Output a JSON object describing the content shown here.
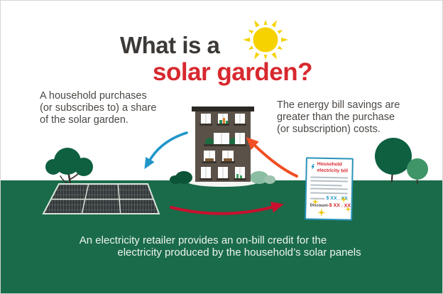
{
  "title": {
    "line1": "What is a",
    "line2": "solar garden?"
  },
  "captions": {
    "purchase": [
      "A household purchases",
      "(or subscribes to) a share",
      "of the solar garden."
    ],
    "savings": [
      "The energy bill savings are",
      "greater than the purchase",
      "(or subscription) costs."
    ],
    "credit": [
      "An electricity retailer provides an on-bill credit for the",
      "electricity produced by the household’s solar panels"
    ]
  },
  "bill": {
    "title": "Household electricity bill",
    "amount": "$ XX . XX",
    "discount_label": "Discount",
    "discount_value": "-$ XX . XX"
  },
  "icons": {
    "sun": "☀",
    "lightning_bolt": "⚡",
    "sparkle": "✦",
    "blue_curved_arrow": "↙",
    "orange_curved_arrow": "↖",
    "red_curved_arrow": "→"
  },
  "colors": {
    "background": "#ffffff",
    "ground_green": "#1a6b4a",
    "title_dark": "#3d3936",
    "accent_red": "#d7282e",
    "arrow_blue": "#2196c9",
    "arrow_orange": "#f04e23",
    "arrow_red": "#c8102e",
    "sun_yellow": "#f5d200",
    "bill_border_teal": "#2a93b8",
    "sparkle_yellow": "#f2c500",
    "building_brown": "#5a5148",
    "tree_green_dark": "#0e6040",
    "tree_green_light": "#3f9568",
    "caption_gray": "#4b4743",
    "bottom_text_white": "#eef4f0"
  }
}
